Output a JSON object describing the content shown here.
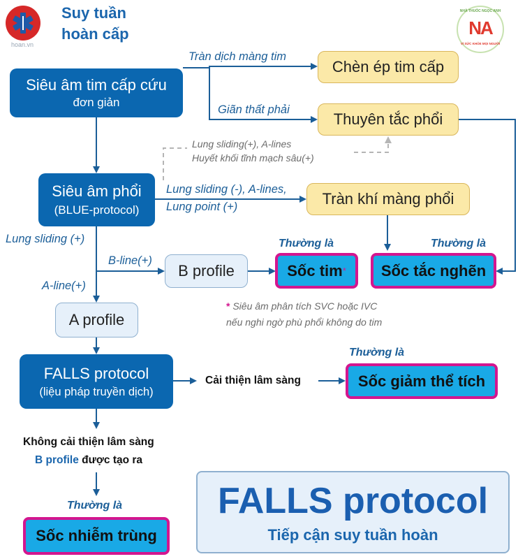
{
  "header": {
    "title_line1": "Suy tuần",
    "title_line2": "hoàn cấp",
    "logo_small_text": "hoan.vn"
  },
  "brand_logo": {
    "top_text": "NHÀ THUỐC NGỌC ANH",
    "monogram": "NA",
    "bottom_text": "VÌ SỨC KHỎE MỌI NGƯỜI"
  },
  "nodes": {
    "simple_echo_line1": "Siêu âm tim cấp cứu",
    "simple_echo_line2": "đơn giản",
    "tamponade": "Chèn ép tim cấp",
    "pulmonary_embolism": "Thuyên tắc phổi",
    "lung_echo_line1": "Siêu âm phổi",
    "lung_echo_line2": "(BLUE-protocol)",
    "pneumothorax": "Tràn khí màng phổi",
    "b_profile": "B profile",
    "a_profile": "A profile",
    "falls_line1": "FALLS protocol",
    "falls_line2": "(liệu pháp truyền dịch)"
  },
  "edges": {
    "pericardial_effusion": "Tràn dịch màng tim",
    "rv_dilation": "Giãn thất phải",
    "pe_cond_line1": "Lung sliding(+), A-lines",
    "pe_cond_line2": "Huyết khối tĩnh mạch sâu(+)",
    "ptx_cond_line1": "Lung sliding (-), A-lines,",
    "ptx_cond_line2": "Lung point (+)",
    "lung_sliding_pos": "Lung sliding (+)",
    "b_line": "B-line(+)",
    "a_line": "A-line(+)",
    "clinical_improve": "Cải thiện lâm sàng",
    "no_improve": "Không cải thiện lâm sàng",
    "b_profile_created_a": "B profile",
    "b_profile_created_b": " được tạo ra"
  },
  "usually_label": "Thường là",
  "shocks": {
    "cardiogenic": "Sốc tim",
    "cardiogenic_mark": "*",
    "obstructive": "Sốc tắc nghẽn",
    "hypovolemic": "Sốc giảm thể tích",
    "septic": "Sốc nhiễm trùng"
  },
  "footnote": {
    "mark": "*",
    "line1": " Siêu âm phân tích SVC hoặc IVC",
    "line2": "nếu nghi ngờ phù phổi không do tim"
  },
  "title_box": {
    "title": "FALLS protocol",
    "subtitle": "Tiếp cận suy tuần hoàn"
  },
  "colors": {
    "dark_blue": "#0b67b0",
    "yellow": "#fbe9a8",
    "shock_fill": "#19a9e6",
    "shock_border": "#d3168f"
  }
}
